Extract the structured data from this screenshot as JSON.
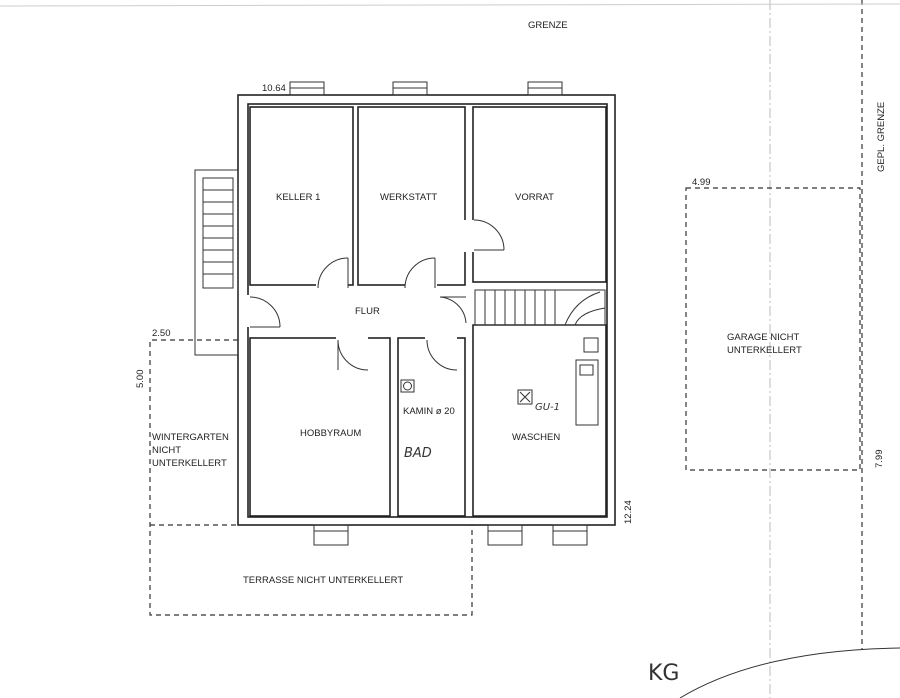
{
  "title": "KG",
  "boundary": {
    "grenze": "GRENZE",
    "gepl_grenze": "GEPL. GRENZE"
  },
  "dimensions": {
    "top_width": "10.64",
    "side_height": "12.24",
    "wintergarten_width": "2.50",
    "wintergarten_depth": "5.00",
    "garage_width": "4.99",
    "garage_depth": "7.99"
  },
  "rooms": {
    "keller": "KELLER 1",
    "werkstatt": "WERKSTATT",
    "vorrat": "VORRAT",
    "flur": "FLUR",
    "hobbyraum": "HOBBYRAUM",
    "kamin": "KAMIN ø 20",
    "bad": "BAD",
    "waschen": "WASCHEN",
    "waschen_note": "GU-1"
  },
  "outside": {
    "wintergarten": [
      "WINTERGARTEN",
      "NICHT",
      "UNTERKELLERT"
    ],
    "terrasse": "TERRASSE NICHT UNTERKELLERT",
    "garage": [
      "GARAGE NICHT",
      "UNTERKELLERT"
    ]
  }
}
